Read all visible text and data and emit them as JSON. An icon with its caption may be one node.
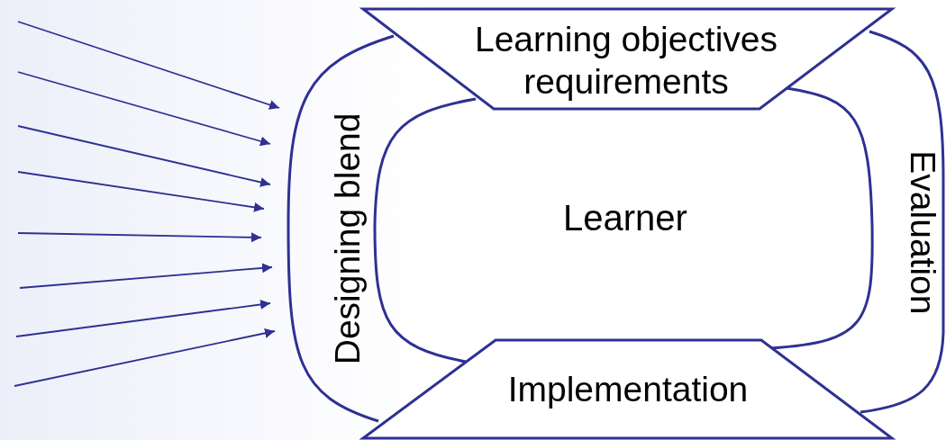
{
  "diagram": {
    "nodes": [
      {
        "text": [
          "Learning objectives requirements"
        ]
      },
      {
        "text": [
          "Implementation"
        ]
      },
      {
        "text": [
          "Learner"
        ]
      },
      {
        "text": [
          "Designing blend"
        ]
      },
      {
        "text": [
          "Evaluation"
        ]
      }
    ],
    "edges": [
      {
        "from": null,
        "to": 3,
        "arrow": "to"
      },
      {
        "from": null,
        "to": 3,
        "arrow": "to"
      },
      {
        "from": null,
        "to": 3,
        "arrow": "to"
      },
      {
        "from": null,
        "to": 3,
        "arrow": "to"
      },
      {
        "from": null,
        "to": 3,
        "arrow": "to"
      },
      {
        "from": null,
        "to": 3,
        "arrow": "to"
      },
      {
        "from": null,
        "to": 3,
        "arrow": "to"
      },
      {
        "from": null,
        "to": 3,
        "arrow": "to"
      }
    ]
  }
}
